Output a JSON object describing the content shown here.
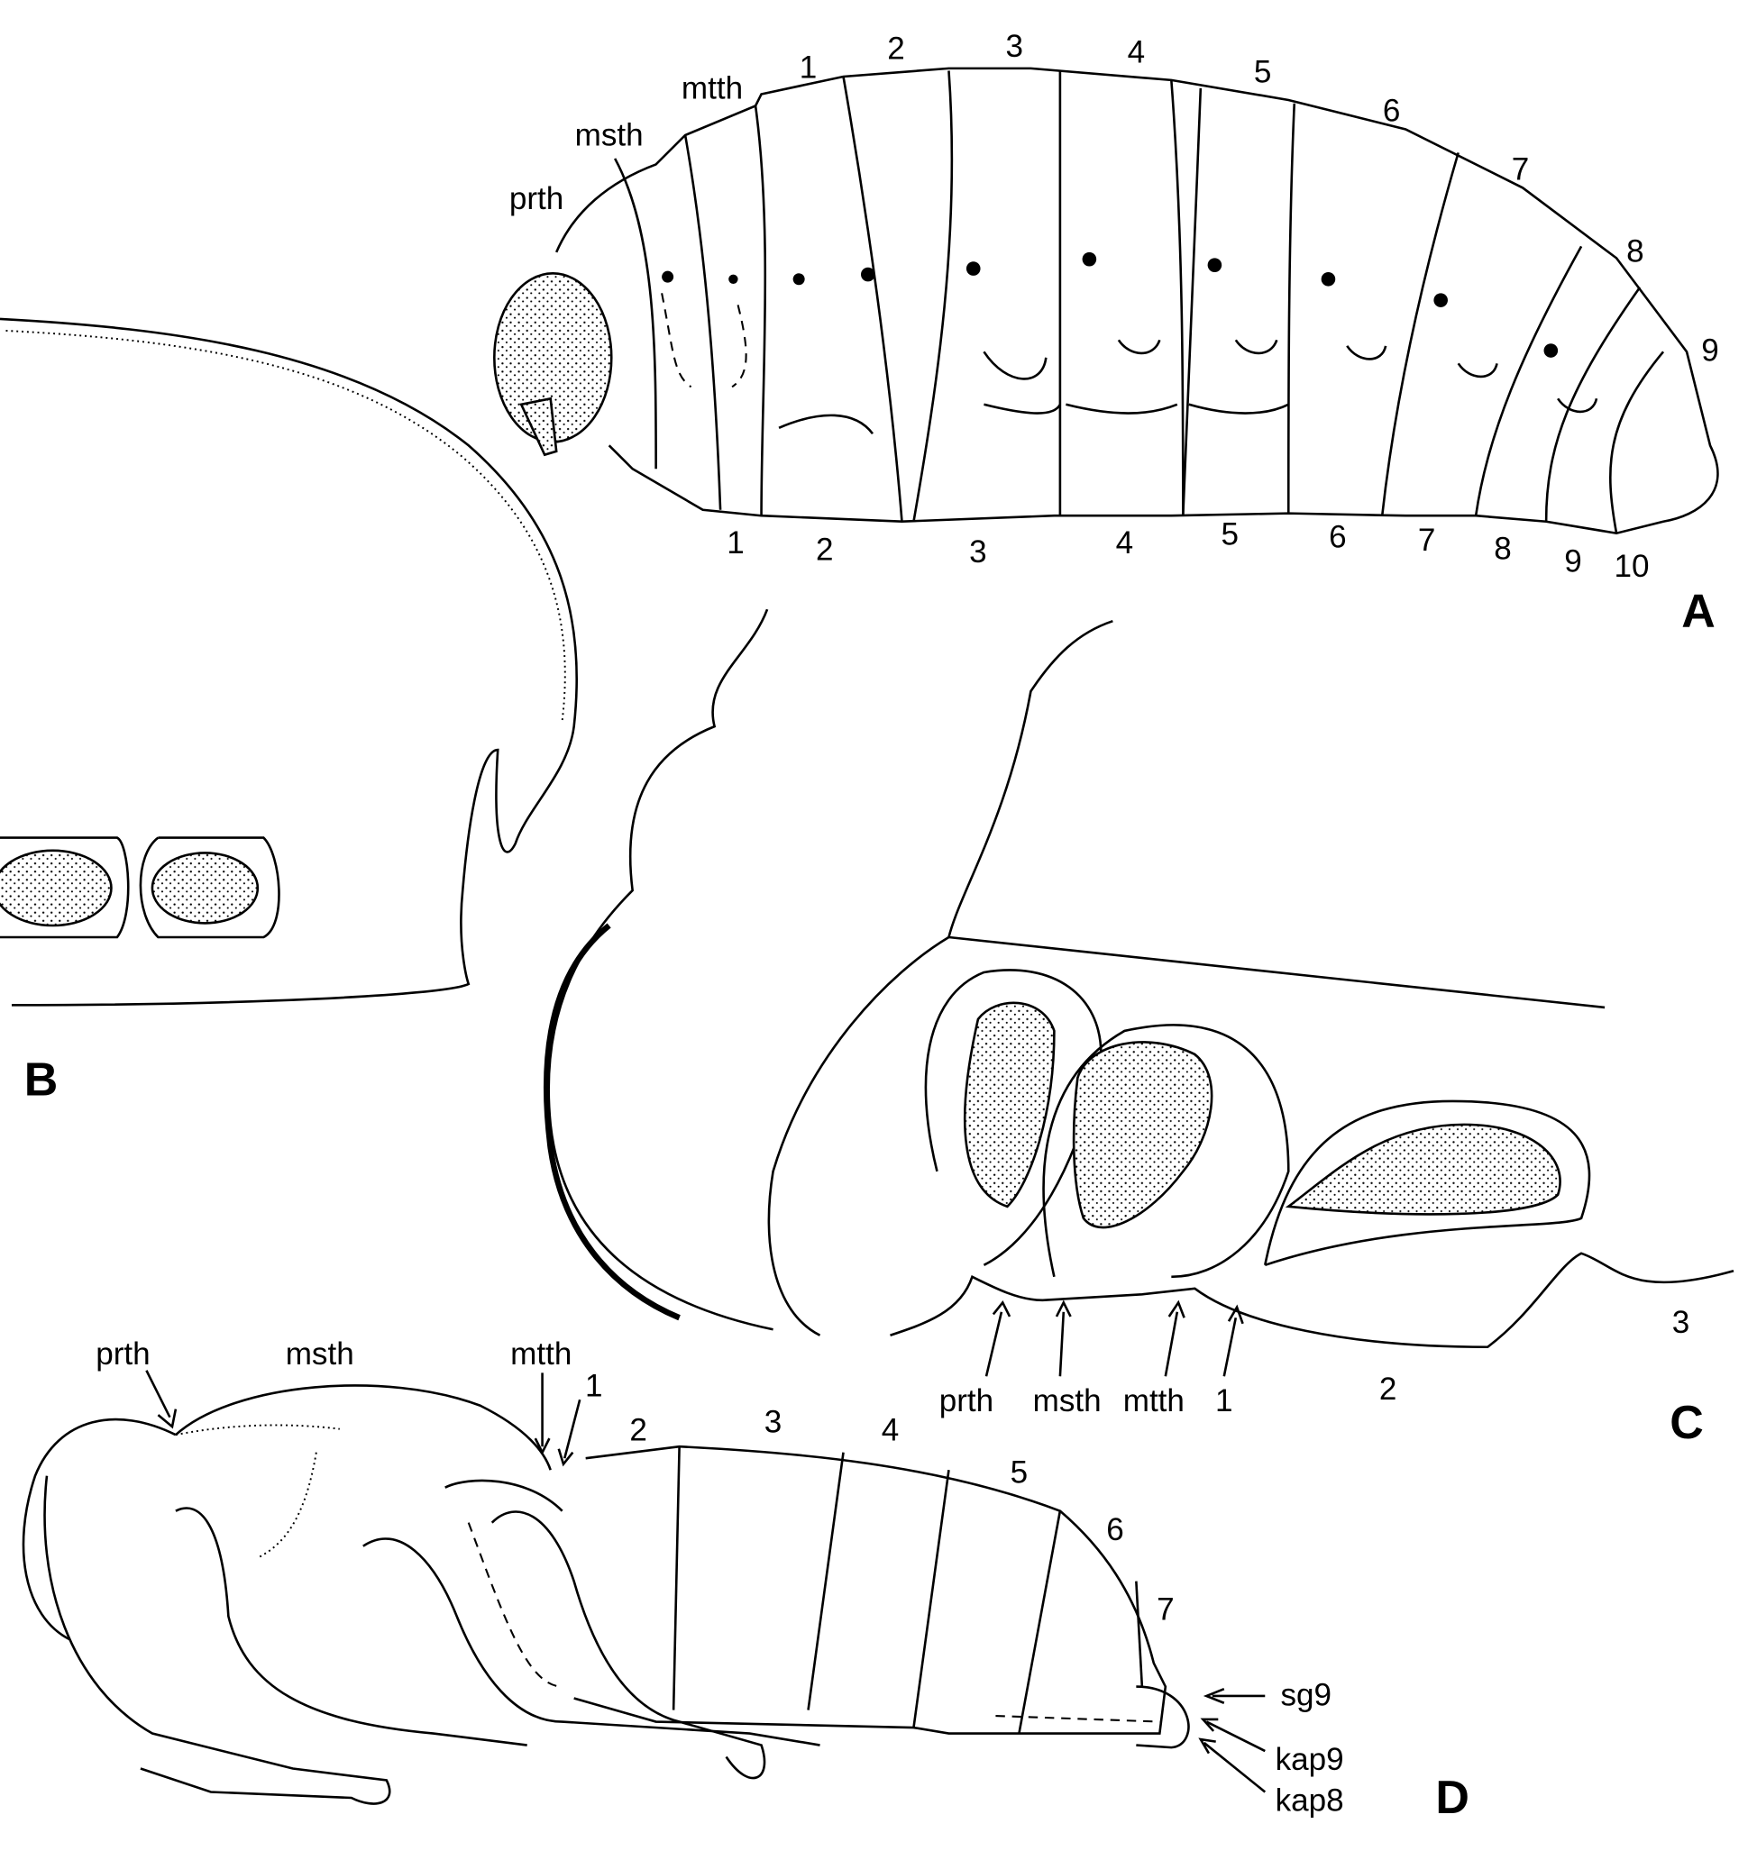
{
  "panels": {
    "a": "A",
    "b": "B",
    "c": "C",
    "d": "D"
  },
  "panel_a": {
    "thorax": [
      "prth",
      "msth",
      "mtth"
    ],
    "dorsal_segments": [
      "1",
      "2",
      "3",
      "4",
      "5",
      "6",
      "7",
      "8",
      "9"
    ],
    "ventral_segments": [
      "1",
      "2",
      "3",
      "4",
      "5",
      "6",
      "7",
      "8",
      "9",
      "10"
    ]
  },
  "panel_c": {
    "labels": [
      "prth",
      "msth",
      "mtth",
      "1",
      "2",
      "3"
    ]
  },
  "panel_d": {
    "thorax": [
      "prth",
      "msth",
      "mtth",
      "1"
    ],
    "segments": [
      "2",
      "3",
      "4",
      "5",
      "6",
      "7"
    ],
    "genitalia": [
      "sg9",
      "kap9",
      "kap8"
    ]
  }
}
